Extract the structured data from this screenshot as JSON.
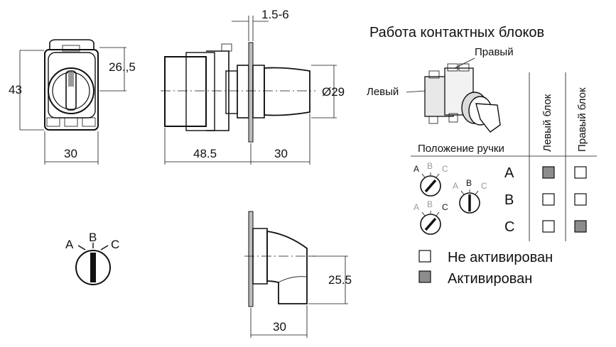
{
  "dimensions": {
    "front_height": "43",
    "front_upper": "26.,5",
    "front_width": "30",
    "side_body": "48.5",
    "side_head": "30",
    "panel_thickness": "1.5-6",
    "diameter": "Ø29",
    "lower_height": "25.5",
    "lower_width": "30"
  },
  "knob_positions_letters": [
    "A",
    "B",
    "C"
  ],
  "contact_table": {
    "title": "Работа контактных блоков",
    "right_block_callout": "Правый",
    "left_block_callout": "Левый",
    "handle_position_header": "Положение ручки",
    "column_headers": [
      "Левый блок",
      "Правый блок"
    ],
    "rows": [
      {
        "position": "A",
        "left_active": true,
        "right_active": false
      },
      {
        "position": "B",
        "left_active": false,
        "right_active": false
      },
      {
        "position": "C",
        "left_active": false,
        "right_active": true
      }
    ]
  },
  "legend": {
    "inactive_label": "Не активирован",
    "active_label": "Активирован",
    "active_color": "#8c8c8c",
    "inactive_color": "#ffffff"
  }
}
